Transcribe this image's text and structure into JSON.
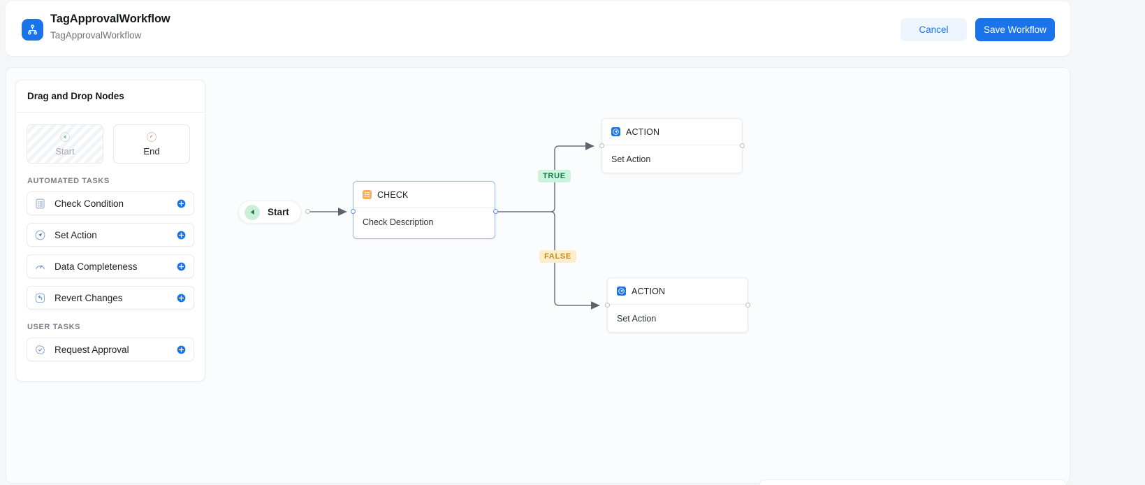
{
  "header": {
    "app_icon": "workflow-hierarchy-icon",
    "title": "TagApprovalWorkflow",
    "subtitle": "TagApprovalWorkflow",
    "cancel_label": "Cancel",
    "save_label": "Save Workflow",
    "accent_color": "#1a73e8",
    "cancel_bg": "#eff5fe"
  },
  "sidebar": {
    "title": "Drag and Drop Nodes",
    "start_end": [
      {
        "label": "Start",
        "icon": "play-triangle-icon",
        "disabled": true,
        "color": "#3a9c5d"
      },
      {
        "label": "End",
        "icon": "stop-pin-icon",
        "disabled": false,
        "color": "#c0392b"
      }
    ],
    "sections": [
      {
        "label": "AUTOMATED TASKS",
        "items": [
          {
            "label": "Check Condition",
            "icon": "checklist-icon",
            "add_icon": "plus-circle-icon"
          },
          {
            "label": "Set Action",
            "icon": "action-arrow-icon",
            "add_icon": "plus-circle-icon"
          },
          {
            "label": "Data Completeness",
            "icon": "gauge-icon",
            "add_icon": "plus-circle-icon"
          },
          {
            "label": "Revert Changes",
            "icon": "undo-arrow-icon",
            "add_icon": "plus-circle-icon"
          }
        ]
      },
      {
        "label": "USER TASKS",
        "items": [
          {
            "label": "Request Approval",
            "icon": "approval-check-icon",
            "add_icon": "plus-circle-icon"
          }
        ]
      }
    ]
  },
  "canvas": {
    "background": "#fbfcfe",
    "start_node": {
      "label": "Start",
      "icon": "play-triangle-icon"
    },
    "nodes": [
      {
        "kind": "CHECK",
        "description": "Check Description",
        "icon": "check-node-icon",
        "icon_color": "#f0a53a",
        "selected": true
      },
      {
        "kind": "ACTION",
        "description": "Set Action",
        "icon": "action-node-icon",
        "icon_color": "#1a73e8",
        "selected": false
      },
      {
        "kind": "ACTION",
        "description": "Set Action",
        "icon": "action-node-icon",
        "icon_color": "#1a73e8",
        "selected": false
      }
    ],
    "edge_labels": [
      {
        "text": "TRUE",
        "bg": "#ccf3dc",
        "color": "#18794e"
      },
      {
        "text": "FALSE",
        "bg": "#fdeec9",
        "color": "#c48a16"
      }
    ]
  }
}
